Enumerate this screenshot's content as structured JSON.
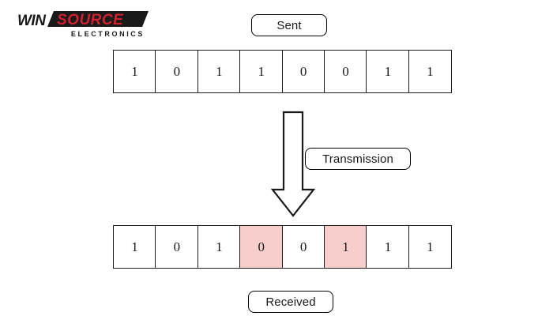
{
  "logo": {
    "name": "winsource-electronics-logo",
    "word_one": "WIN",
    "word_two": "SOURCE",
    "tagline": "ELECTRONICS",
    "color_dark": "#1a1a1a",
    "color_red": "#d1202f"
  },
  "diagram": {
    "title_top": "Sent",
    "title_bottom": "Received",
    "arrow_label": "Transmission",
    "arrow_direction": "down",
    "error_highlight_color": "#f8cecc",
    "cell_border_color": "#1a1a1a",
    "background_color": "#ffffff",
    "sent_row": {
      "name": "sent-bit-row",
      "bits": [
        {
          "value": "1",
          "error": false
        },
        {
          "value": "0",
          "error": false
        },
        {
          "value": "1",
          "error": false
        },
        {
          "value": "1",
          "error": false
        },
        {
          "value": "0",
          "error": false
        },
        {
          "value": "0",
          "error": false
        },
        {
          "value": "1",
          "error": false
        },
        {
          "value": "1",
          "error": false
        }
      ]
    },
    "received_row": {
      "name": "received-bit-row",
      "bits": [
        {
          "value": "1",
          "error": false
        },
        {
          "value": "0",
          "error": false
        },
        {
          "value": "1",
          "error": false
        },
        {
          "value": "0",
          "error": true
        },
        {
          "value": "0",
          "error": false
        },
        {
          "value": "1",
          "error": true
        },
        {
          "value": "1",
          "error": false
        },
        {
          "value": "1",
          "error": false
        }
      ]
    }
  }
}
